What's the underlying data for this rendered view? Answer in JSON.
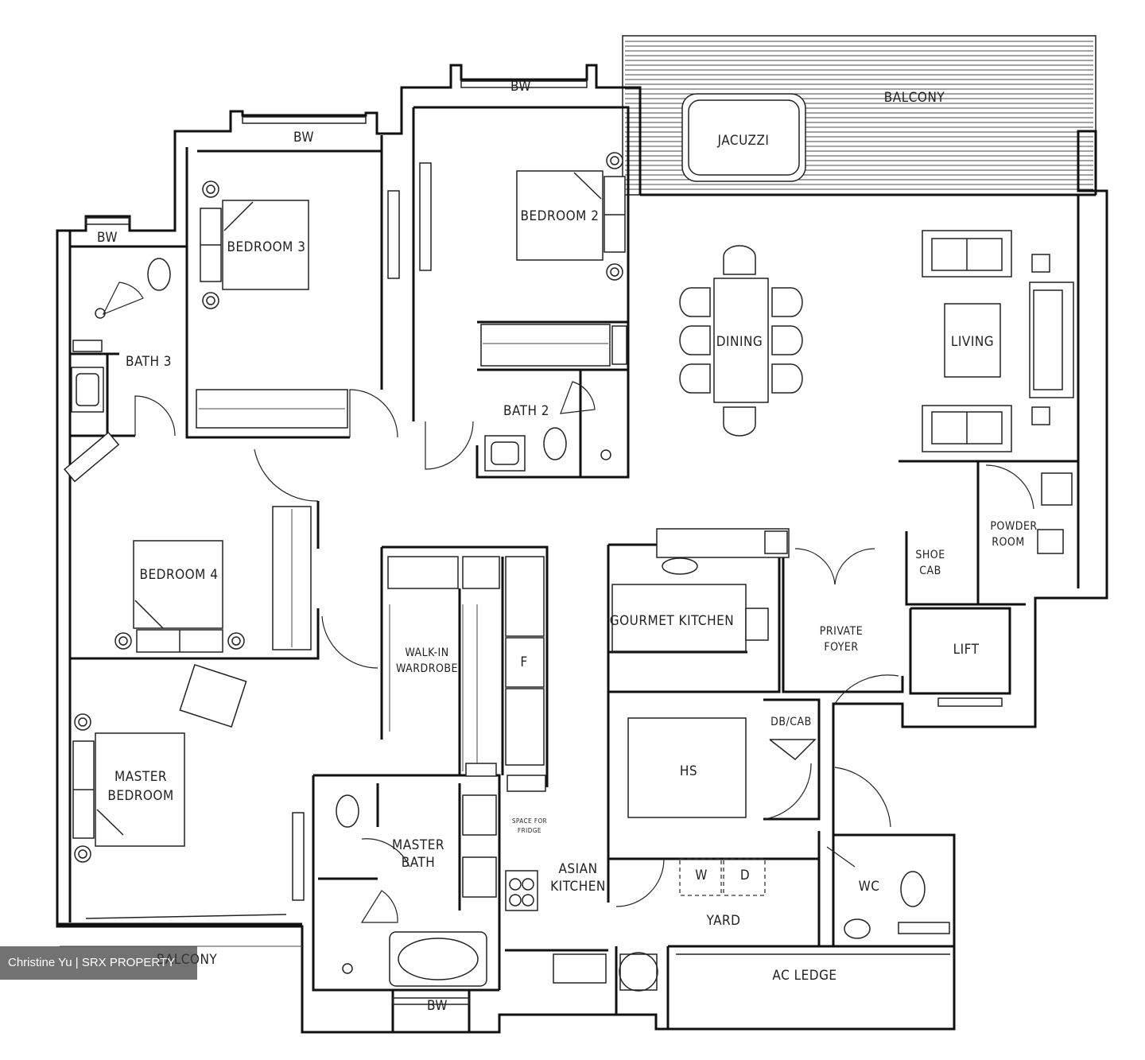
{
  "rooms": {
    "balcony_top": "BALCONY",
    "jacuzzi": "JACUZZI",
    "bw_top_center": "BW",
    "bw_top_left": "BW",
    "bw_bath3": "BW",
    "bedroom_2": "BEDROOM 2",
    "bedroom_3": "BEDROOM 3",
    "bath_3": "BATH 3",
    "bath_2": "BATH 2",
    "dining": "DINING",
    "living": "LIVING",
    "bedroom_4": "BEDROOM 4",
    "walk_in_wardrobe_1": "WALK-IN",
    "walk_in_wardrobe_2": "WARDROBE",
    "fridge": "F",
    "gourmet_kitchen": "GOURMET KITCHEN",
    "private_foyer_1": "PRIVATE",
    "private_foyer_2": "FOYER",
    "shoe_cab_1": "SHOE",
    "shoe_cab_2": "CAB",
    "powder_room_1": "POWDER",
    "powder_room_2": "ROOM",
    "lift": "LIFT",
    "db_cab": "DB/CAB",
    "hs": "HS",
    "master_bedroom_1": "MASTER",
    "master_bedroom_2": "BEDROOM",
    "master_bath_1": "MASTER",
    "master_bath_2": "BATH",
    "asian_kitchen_1": "ASIAN",
    "asian_kitchen_2": "KITCHEN",
    "space_for_fridge_1": "SPACE FOR",
    "space_for_fridge_2": "FRIDGE",
    "washer": "W",
    "dryer": "D",
    "yard": "YARD",
    "wc": "WC",
    "balcony_bottom": "BALCONY",
    "bw_bottom": "BW",
    "ac_ledge": "AC LEDGE"
  },
  "watermark": "Christine Yu | SRX PROPERTY"
}
